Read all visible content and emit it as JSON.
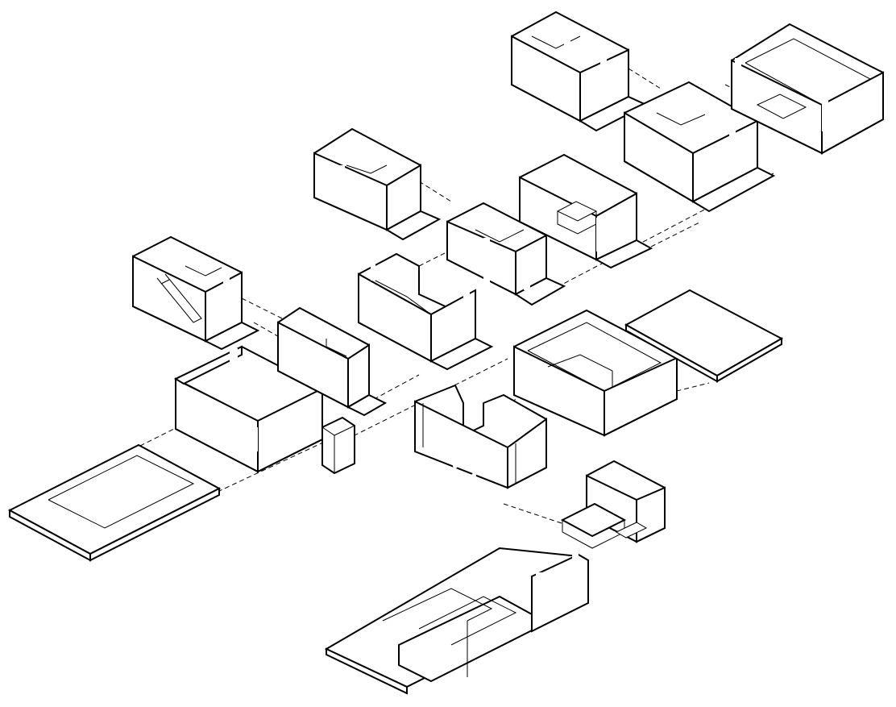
{
  "figure": {
    "background_color": "#ffffff",
    "line_color": "#000000",
    "guide_line_style": "dashed",
    "modules": [
      {
        "id": "ground-slab-left",
        "kind": "slab"
      },
      {
        "id": "ground-floor-room-left",
        "kind": "room"
      },
      {
        "id": "stair-room",
        "kind": "room"
      },
      {
        "id": "narrow-room-left",
        "kind": "room"
      },
      {
        "id": "freestanding-cabinet",
        "kind": "block"
      },
      {
        "id": "corner-room-center",
        "kind": "room"
      },
      {
        "id": "small-room-upper-left",
        "kind": "room"
      },
      {
        "id": "bathroom-center",
        "kind": "room"
      },
      {
        "id": "bedroom-center",
        "kind": "room"
      },
      {
        "id": "large-room-center-right",
        "kind": "room"
      },
      {
        "id": "roof-slab-right",
        "kind": "slab"
      },
      {
        "id": "closet-room-lower",
        "kind": "room"
      },
      {
        "id": "upper-room-top",
        "kind": "room"
      },
      {
        "id": "upper-room-middle",
        "kind": "room"
      },
      {
        "id": "upper-room-right",
        "kind": "room"
      },
      {
        "id": "kitchen-wall-module",
        "kind": "block"
      },
      {
        "id": "kitchen-slab-bottom",
        "kind": "slab"
      }
    ]
  }
}
